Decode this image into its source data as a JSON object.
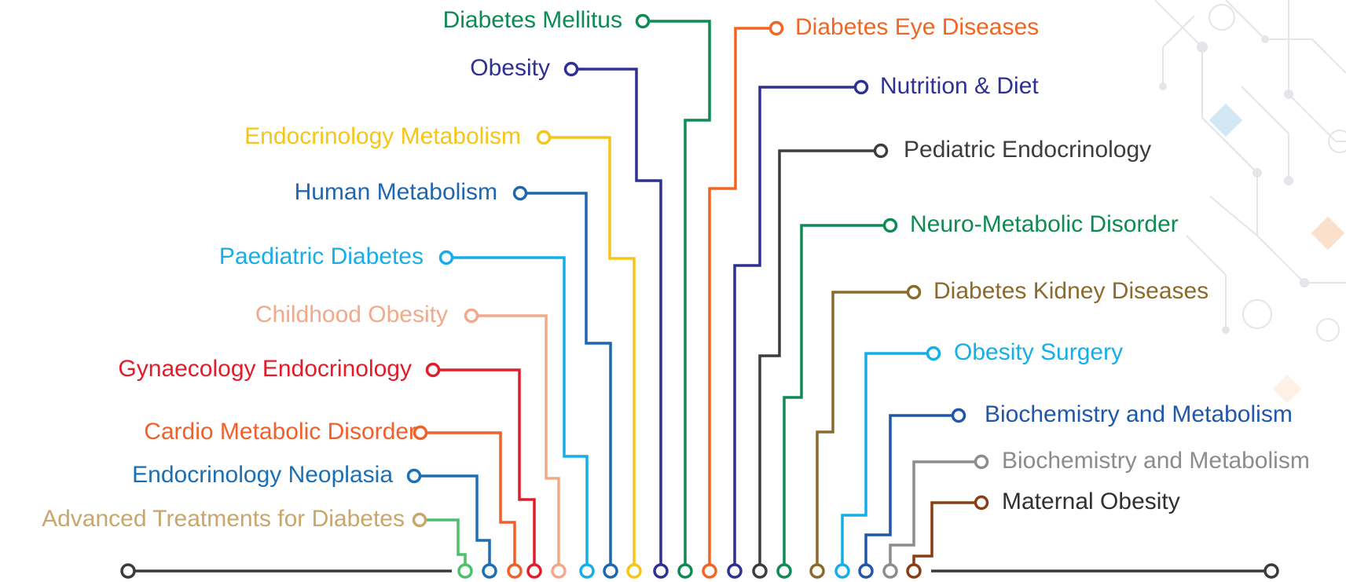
{
  "topics_left": [
    {
      "label": "Diabetes Mellitus",
      "color": "#0e8a55"
    },
    {
      "label": "Obesity",
      "color": "#2e3192"
    },
    {
      "label": "Endocrinology Metabolism",
      "color": "#f5c518"
    },
    {
      "label": "Human Metabolism",
      "color": "#1f66b0"
    },
    {
      "label": "Paediatric Diabetes",
      "color": "#14aee8"
    },
    {
      "label": "Childhood Obesity",
      "color": "#f2a98a"
    },
    {
      "label": "Gynaecology Endocrinology",
      "color": "#e01e2b"
    },
    {
      "label": "Cardio Metabolic Disorder",
      "color": "#f0602a"
    },
    {
      "label": "Endocrinology Neoplasia",
      "color": "#1a6fb5"
    },
    {
      "label": "Advanced Treatments for Diabetes",
      "color": "#c9a66b"
    }
  ],
  "topics_right": [
    {
      "label": "Diabetes Eye Diseases",
      "color": "#f26522"
    },
    {
      "label": "Nutrition & Diet",
      "color": "#2e3192"
    },
    {
      "label": "Pediatric Endocrinology",
      "color": "#3d3d3d"
    },
    {
      "label": "Neuro-Metabolic Disorder",
      "color": "#0e8a55"
    },
    {
      "label": "Diabetes Kidney Diseases",
      "color": "#8b6a2b"
    },
    {
      "label": "Obesity Surgery",
      "color": "#14aee8"
    },
    {
      "label": "Biochemistry and Metabolism",
      "color": "#2057a8"
    },
    {
      "label": "Biochemistry and Metabolism",
      "color": "#8c8c8c"
    },
    {
      "label": "Maternal Obesity",
      "color": "#303030"
    }
  ],
  "connector_colors": {
    "advanced_treatments_line": "#4cbf6a",
    "maternal_obesity_line": "#8a3d12",
    "baseline": "#3a3a3a"
  }
}
